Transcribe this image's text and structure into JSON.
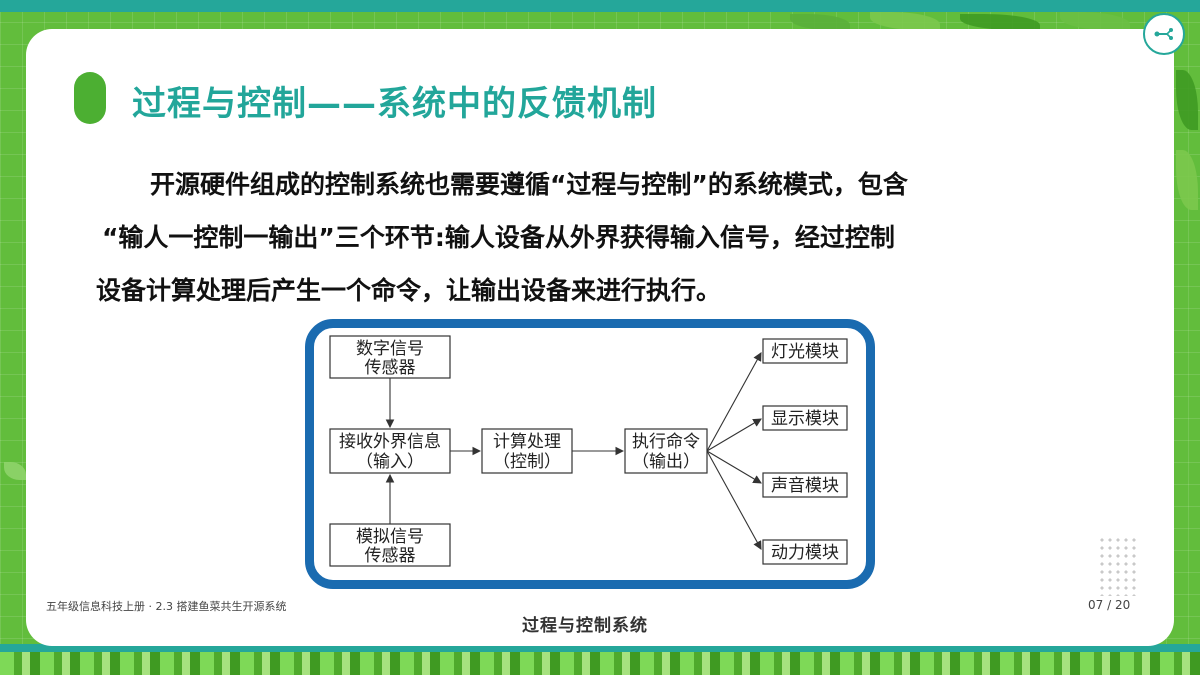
{
  "slide": {
    "title": "过程与控制——系统中的反馈机制",
    "paragraph_lines": [
      "开源硬件组成的控制系统也需要遵循“过程与控制”的系统模式，包含",
      "“输人一控制一输出”三个环节:输人设备从外界获得输入信号，经过控制",
      "设备计算处理后产生一个命令，让输出设备来进行执行。"
    ],
    "footer_left": "五年级信息科技上册 · 2.3 搭建鱼菜共生开源系统",
    "page_number": "07 / 20",
    "caption": "过程与控制系统"
  },
  "diagram": {
    "nodes": {
      "digital_sensor": [
        "数字信号",
        "传感器"
      ],
      "receive_input": [
        "接收外界信息",
        "（输入）"
      ],
      "analog_sensor": [
        "模拟信号",
        "传感器"
      ],
      "compute": [
        "计算处理",
        "（控制）"
      ],
      "execute": [
        "执行命令",
        "（输出）"
      ],
      "light": "灯光模块",
      "display": "显示模块",
      "sound": "声音模块",
      "power": "动力模块"
    }
  },
  "colors": {
    "accent_teal": "#22a69a",
    "accent_green": "#4caf32",
    "frame_blue": "#1a6bb0"
  }
}
